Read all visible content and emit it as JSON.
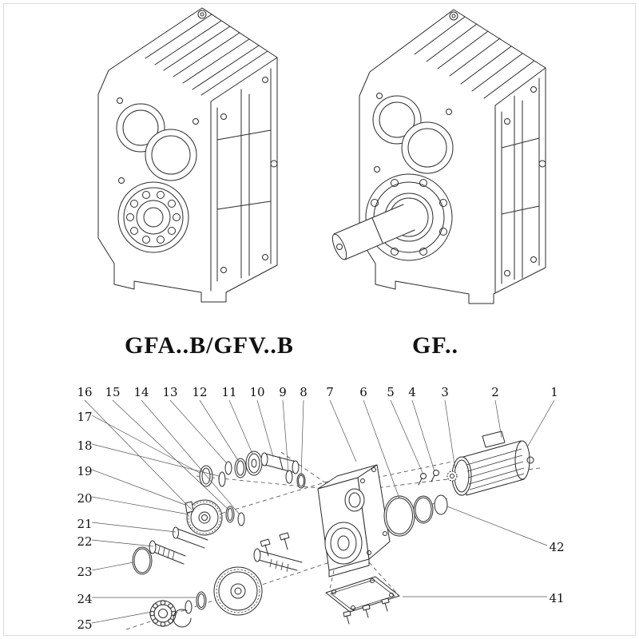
{
  "models": [
    {
      "label": "GFA..B/GFV..B"
    },
    {
      "label": "GF.."
    }
  ],
  "exploded": {
    "top_numbers": [
      "16",
      "15",
      "14",
      "13",
      "12",
      "11",
      "10",
      "9",
      "8",
      "7",
      "6",
      "5",
      "4",
      "3",
      "2",
      "1"
    ],
    "left_numbers": [
      "17",
      "18",
      "19",
      "20",
      "21",
      "22",
      "23",
      "24",
      "25"
    ],
    "right_numbers": [
      "42",
      "41"
    ]
  },
  "colors": {
    "line": "#2b2b2b",
    "background": "#ffffff"
  }
}
